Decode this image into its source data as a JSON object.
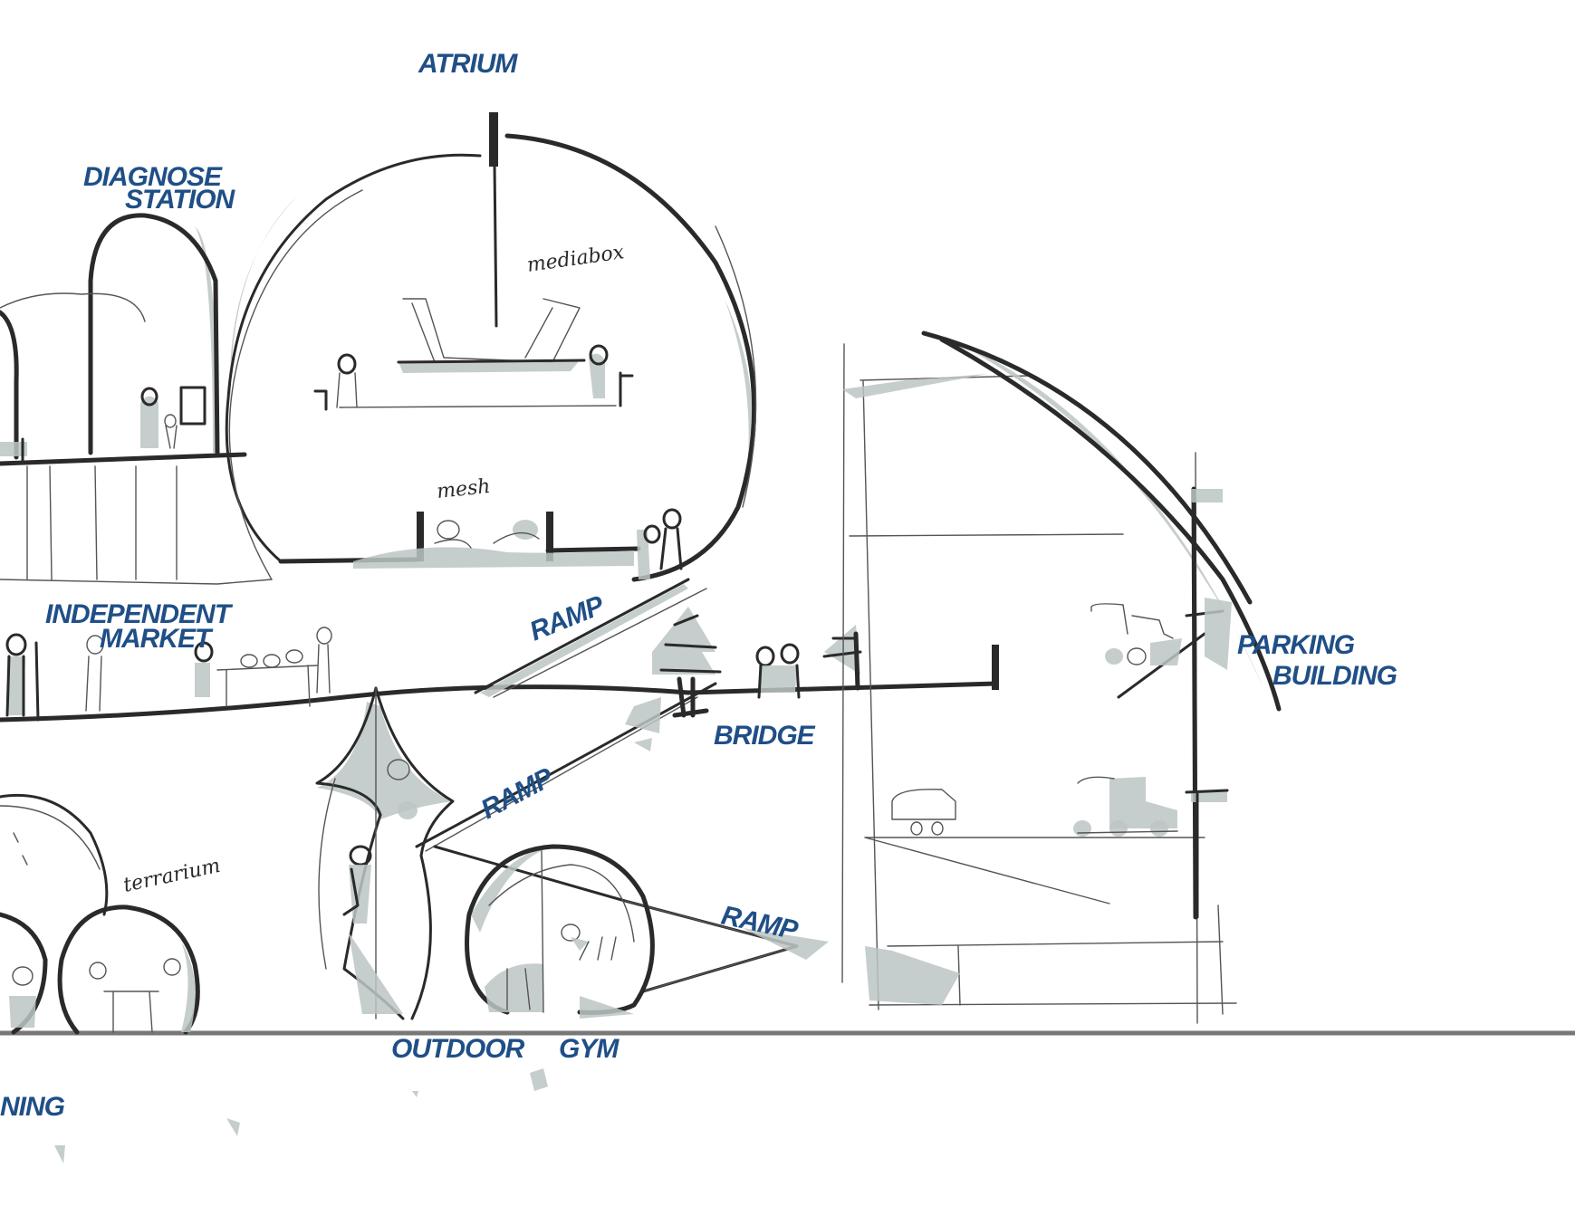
{
  "labels": {
    "atrium": "ATRIUM",
    "diagnose_line1": "DIAGNOSE",
    "diagnose_line2": "STATION",
    "independent_line1": "INDEPENDENT",
    "independent_line2": "MARKET",
    "ramp_upper": "RAMP",
    "ramp_middle": "RAMP",
    "ramp_lower": "RAMP",
    "bridge": "BRIDGE",
    "parking_line1": "PARKING",
    "parking_line2": "BUILDING",
    "outdoor": "OUTDOOR",
    "gym": "GYM",
    "dining_partial": "NING",
    "mediabox": "mediabox",
    "mesh": "mesh",
    "terrarium": "terrarium"
  },
  "colors": {
    "ink": "#2a2a2a",
    "label_blue": "#1f4f86",
    "shade_grey": "#bcc4c4",
    "ground_line": "#777777"
  }
}
